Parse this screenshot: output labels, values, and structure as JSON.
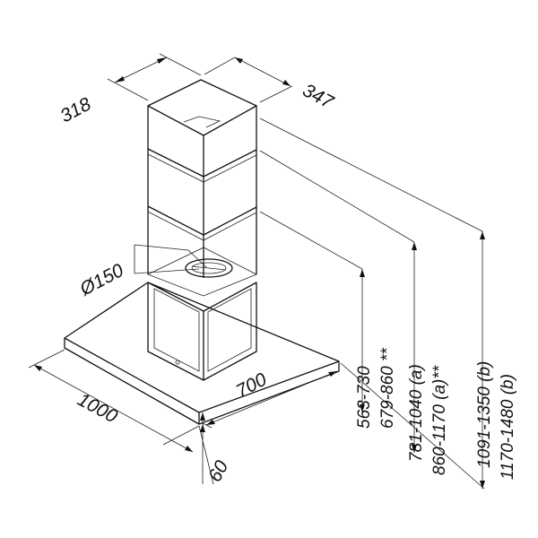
{
  "labels": {
    "depth": "318",
    "width_chimney": "347",
    "duct": "Ø150",
    "canopy_depth": "700",
    "canopy_width": "1000",
    "canopy_thickness": "60"
  },
  "heights": [
    {
      "text": "563-730"
    },
    {
      "text": "679-860 **"
    },
    {
      "text": "781-1040 (a)"
    },
    {
      "text": "860-1170 (a)**"
    },
    {
      "text": "1091-1350 (b)"
    },
    {
      "text": "1170-1480 (b)"
    }
  ]
}
